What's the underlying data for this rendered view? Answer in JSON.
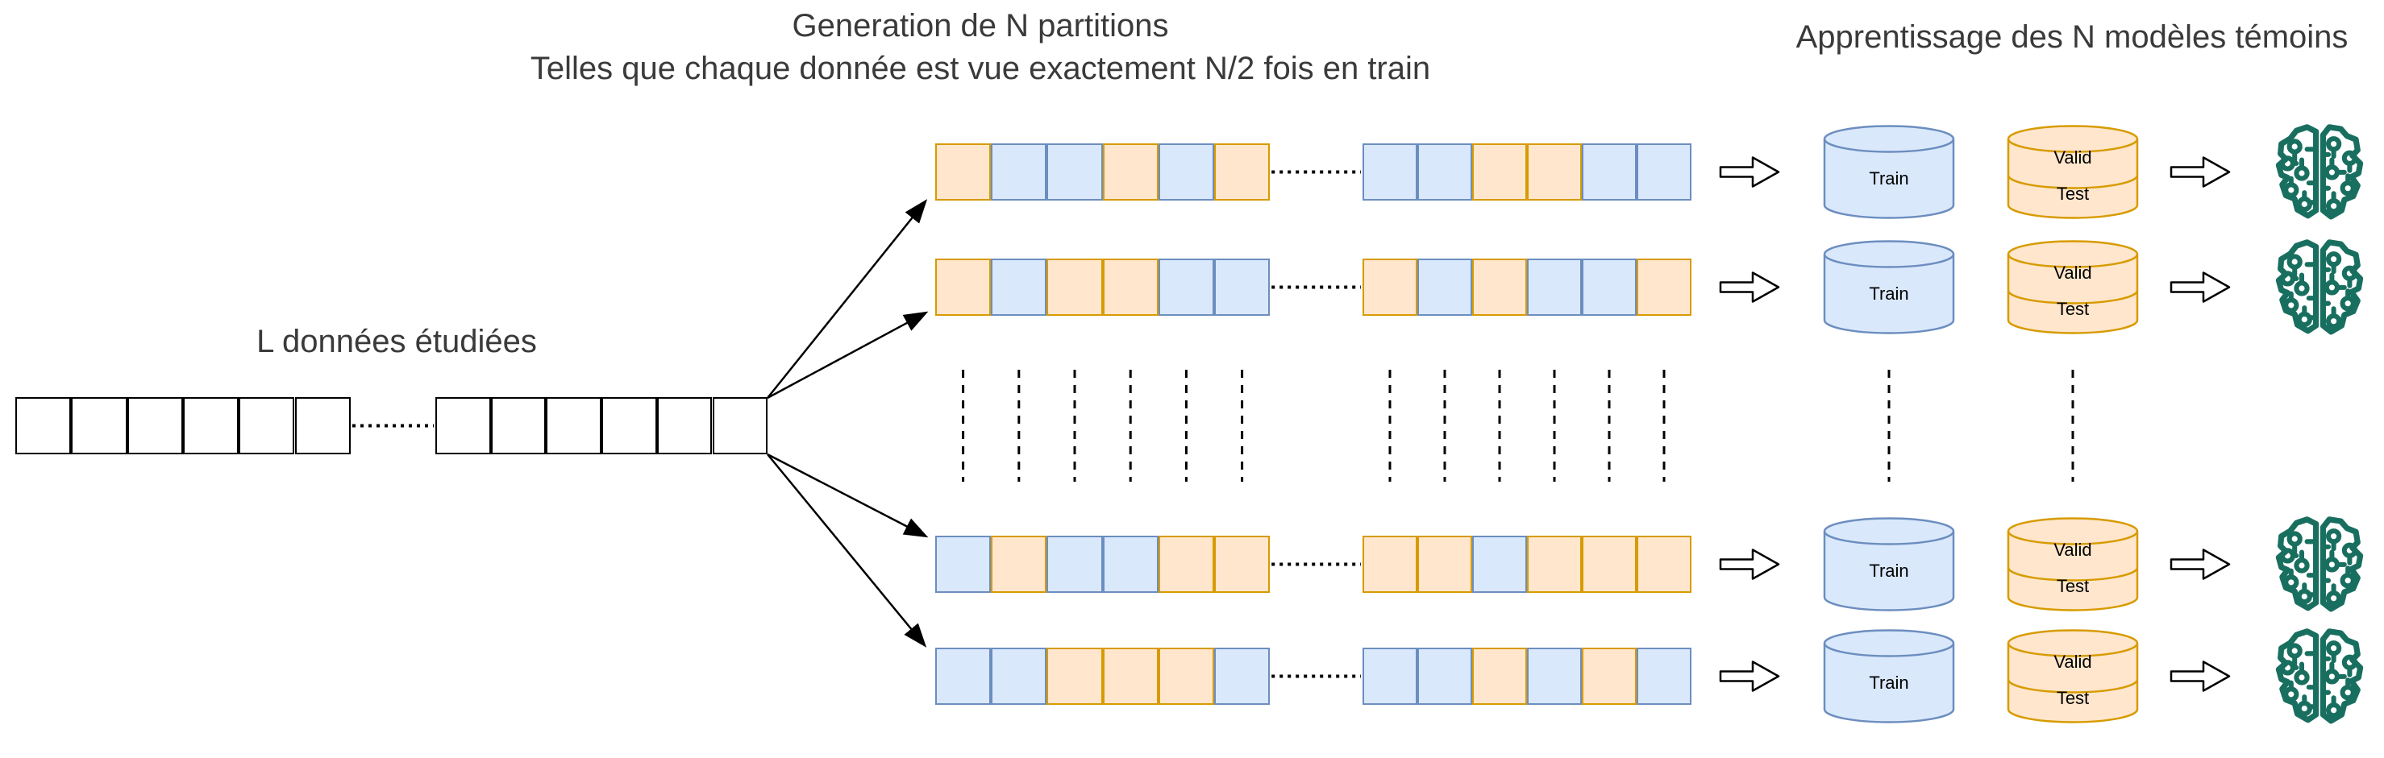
{
  "titles": {
    "partitions_line1": "Generation de N partitions",
    "partitions_line2": "Telles que chaque donnée est vue exactement N/2 fois en train",
    "training": "Apprentissage des N modèles témoins",
    "source_label": "L données étudiées"
  },
  "colors": {
    "blue_fill": "#dae8fc",
    "blue_border": "#6c8ebf",
    "orange_fill": "#ffe6cc",
    "orange_border": "#d79b00",
    "white_fill": "#ffffff",
    "black": "#000000",
    "brain": "#196f5f",
    "text": "#3a3a3a"
  },
  "legend": {
    "blue_means": "train",
    "orange_means": "valid-test"
  },
  "source_strip": {
    "groups": [
      [
        "W",
        "W",
        "W",
        "W",
        "W",
        "W"
      ],
      [
        "W",
        "W",
        "W",
        "W",
        "W",
        "W"
      ]
    ]
  },
  "partitions": [
    {
      "group1": [
        "O",
        "B",
        "B",
        "O",
        "B",
        "O"
      ],
      "group2": [
        "B",
        "B",
        "O",
        "O",
        "B",
        "B"
      ]
    },
    {
      "group1": [
        "O",
        "B",
        "O",
        "O",
        "B",
        "B"
      ],
      "group2": [
        "O",
        "B",
        "O",
        "B",
        "B",
        "O"
      ]
    },
    {
      "group1": [
        "B",
        "O",
        "B",
        "B",
        "O",
        "O"
      ],
      "group2": [
        "O",
        "O",
        "B",
        "O",
        "O",
        "O"
      ]
    },
    {
      "group1": [
        "B",
        "B",
        "O",
        "O",
        "O",
        "B"
      ],
      "group2": [
        "B",
        "B",
        "O",
        "B",
        "O",
        "B"
      ]
    }
  ],
  "pipeline": {
    "rows": 4,
    "train_label": "Train",
    "valid_label": "Valid",
    "test_label": "Test"
  },
  "icons": {
    "flow_arrow": "block-arrow-right-icon",
    "model": "ai-brain-circuit-icon",
    "train_db": "database-cylinder",
    "valid_test_db": "stacked-database-cylinder"
  }
}
